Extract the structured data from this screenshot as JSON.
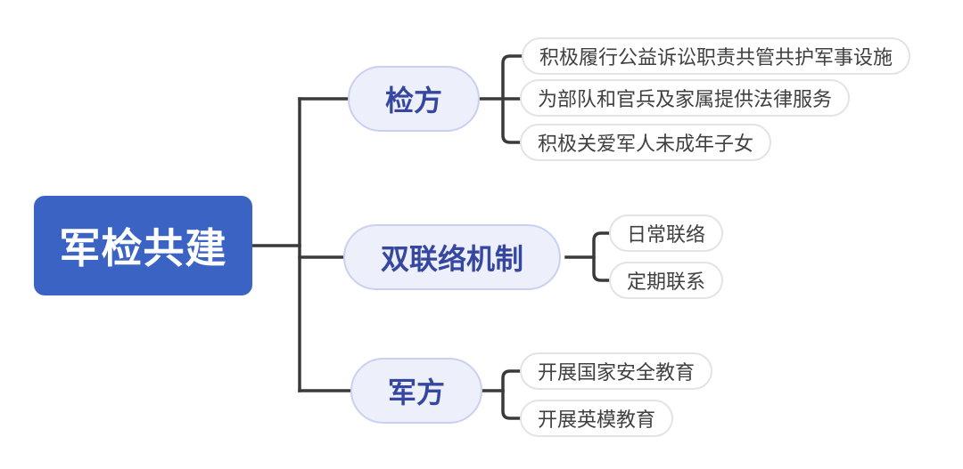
{
  "diagram": {
    "title": "军检共建 mind map",
    "root": {
      "label": "军检共建"
    },
    "branches": [
      {
        "label": "检方",
        "children": [
          "积极履行公益诉讼职责共管共护军事设施",
          "为部队和官兵及家属提供法律服务",
          "积极关爱军人未成年子女"
        ]
      },
      {
        "label": "双联络机制",
        "children": [
          "日常联络",
          "定期联系"
        ]
      },
      {
        "label": "军方",
        "children": [
          "开展国家安全教育",
          "开展英模教育"
        ]
      }
    ],
    "colors": {
      "root_bg": "#3a63c4",
      "root_text": "#ffffff",
      "branch_bg": "#edeffb",
      "branch_border": "#c9d0f0",
      "branch_text": "#35479f",
      "leaf_bg": "#ffffff",
      "leaf_border": "#e3e3e3",
      "leaf_text": "#404040",
      "connector": "#3a3a3a"
    }
  }
}
